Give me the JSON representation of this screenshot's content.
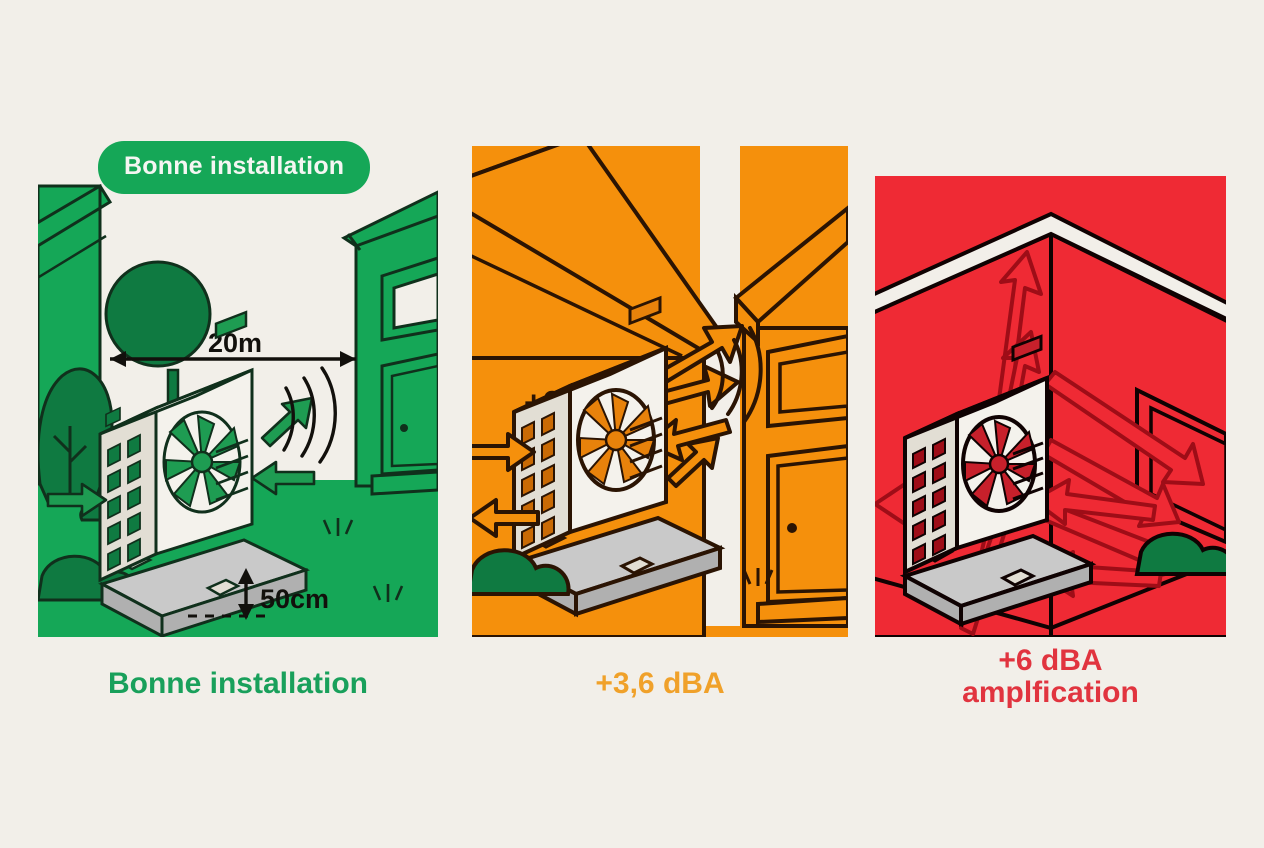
{
  "background_color": "#f2efe9",
  "badge": {
    "label": "Bonne installation",
    "bg_color": "#15a757",
    "text_color": "#f4f6f2"
  },
  "panels": [
    {
      "id": "good",
      "status": "good",
      "accent_color": "#15a757",
      "dark_color": "#0f7a41",
      "outline_color": "#10301c",
      "caption": "Bonne installation",
      "caption_color": "#19a05b",
      "annotations": [
        {
          "name": "distance",
          "value": "20m"
        },
        {
          "name": "clearance",
          "value": "50cm"
        }
      ],
      "scene": {
        "left_building": "green house with trees",
        "right_building": "green neighbour house with window and door",
        "unit": "heat pump outdoor unit on concrete pad",
        "sound_waves": 3,
        "arrows": 3
      }
    },
    {
      "id": "warn",
      "status": "warning",
      "accent_color": "#f5900c",
      "dark_color": "#c96a05",
      "outline_color": "#2b1403",
      "caption": "+3,6 dBA",
      "caption_color": "#f0a12a",
      "annotations": [
        {
          "name": "noise-gain",
          "value": "+3,6 dBA"
        }
      ],
      "scene": {
        "left_building": "orange house",
        "right_building": "orange neighbour house with window and door",
        "unit": "heat pump outdoor unit on concrete pad",
        "sound_waves": 3,
        "arrows": 6
      }
    },
    {
      "id": "bad",
      "status": "bad",
      "accent_color": "#ef2a34",
      "dark_color": "#b8121d",
      "outline_color": "#1a0405",
      "caption": "+6 dBA\namplfication",
      "caption_color": "#e1343f",
      "annotations": [],
      "scene": {
        "corner": "inside corner of two walls",
        "unit": "heat pump outdoor unit on concrete pad",
        "arrows": 14
      }
    }
  ],
  "unit_colors": {
    "body": "#f4f2ec",
    "body_shade": "#e2ded4",
    "pad": "#c9c9c9",
    "pad_shade": "#b0b0b0"
  }
}
